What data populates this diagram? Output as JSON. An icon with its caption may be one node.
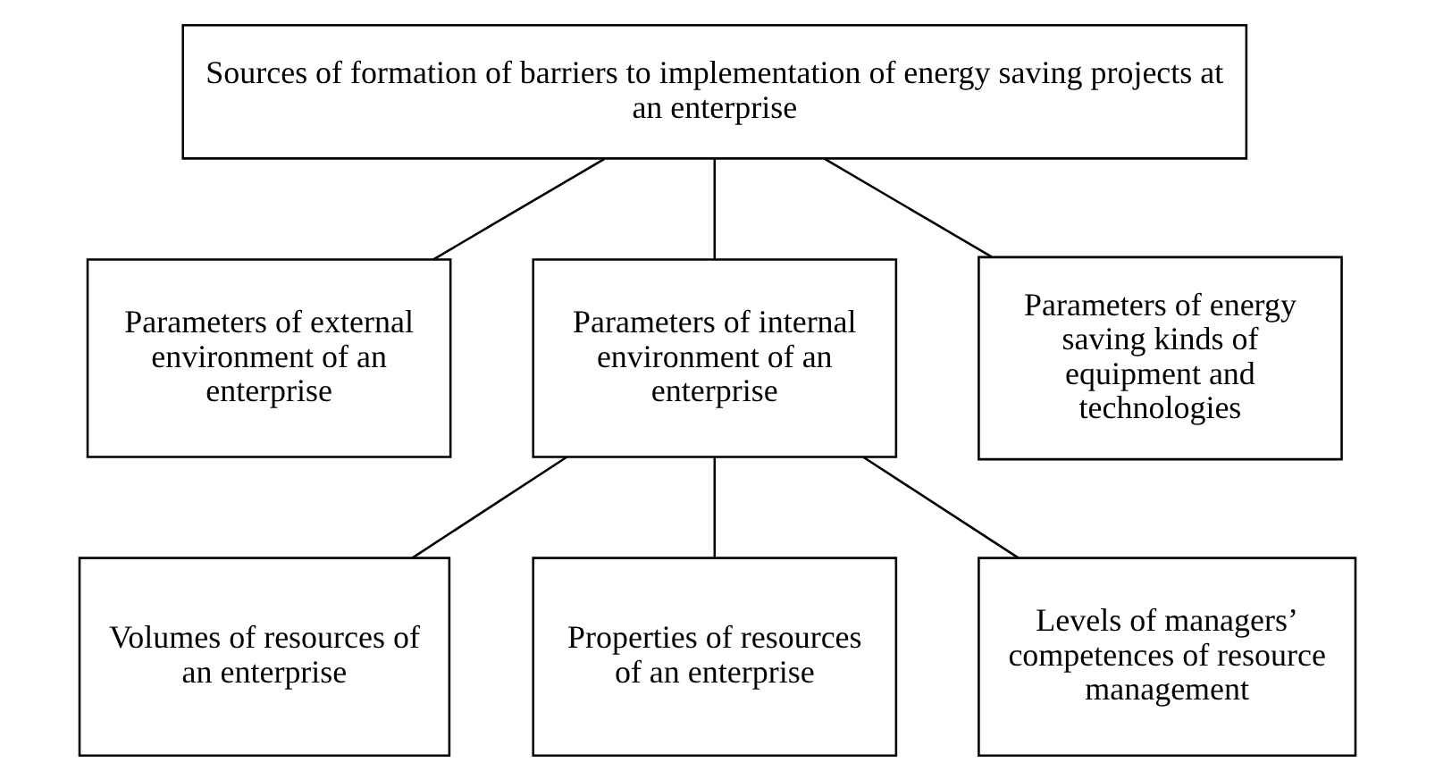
{
  "diagram": {
    "nodes": [
      {
        "text": [
          "Sources of formation of barriers to implementation of energy saving projects at an enterprise"
        ]
      },
      {
        "text": [
          "Parameters of external environment of an enterprise"
        ]
      },
      {
        "text": [
          "Parameters of internal environment of an enterprise"
        ]
      },
      {
        "text": [
          "Parameters of energy saving kinds of equipment and technologies"
        ]
      },
      {
        "text": [
          "Volumes of resources of an enterprise"
        ]
      },
      {
        "text": [
          "Properties of resources of an enterprise"
        ]
      },
      {
        "text": [
          "Levels of managers’ competences of resource management"
        ]
      }
    ],
    "edges": [
      {
        "from": 0,
        "to": 1,
        "arrow": "none"
      },
      {
        "from": 0,
        "to": 2,
        "arrow": "none"
      },
      {
        "from": 0,
        "to": 3,
        "arrow": "none"
      },
      {
        "from": 2,
        "to": 4,
        "arrow": "none"
      },
      {
        "from": 2,
        "to": 5,
        "arrow": "none"
      },
      {
        "from": 2,
        "to": 6,
        "arrow": "none"
      }
    ]
  }
}
